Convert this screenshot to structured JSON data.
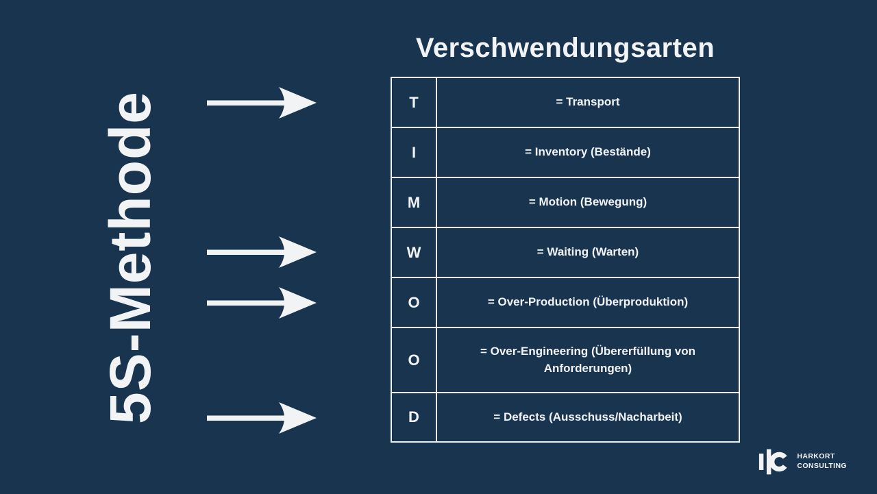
{
  "colors": {
    "background": "#18344e",
    "foreground": "#f2f3f5",
    "table_border": "#eef0f2"
  },
  "left_title": "5S-Methode",
  "table": {
    "title": "Verschwendungsarten",
    "rows": [
      {
        "letter": "T",
        "description": "= Transport"
      },
      {
        "letter": "I",
        "description": "= Inventory (Bestände)"
      },
      {
        "letter": "M",
        "description": "= Motion (Bewegung)"
      },
      {
        "letter": "W",
        "description": "= Waiting (Warten)"
      },
      {
        "letter": "O",
        "description": "= Over-Production (Überproduktion)"
      },
      {
        "letter": "O",
        "description": "= Over-Engineering (Übererfüllung von Anforderungen)"
      },
      {
        "letter": "D",
        "description": "= Defects (Ausschuss/Nacharbeit)"
      }
    ]
  },
  "arrows": {
    "count": 4,
    "direction": "right"
  },
  "logo": {
    "line1": "HARKORT",
    "line2": "CONSULTING"
  }
}
